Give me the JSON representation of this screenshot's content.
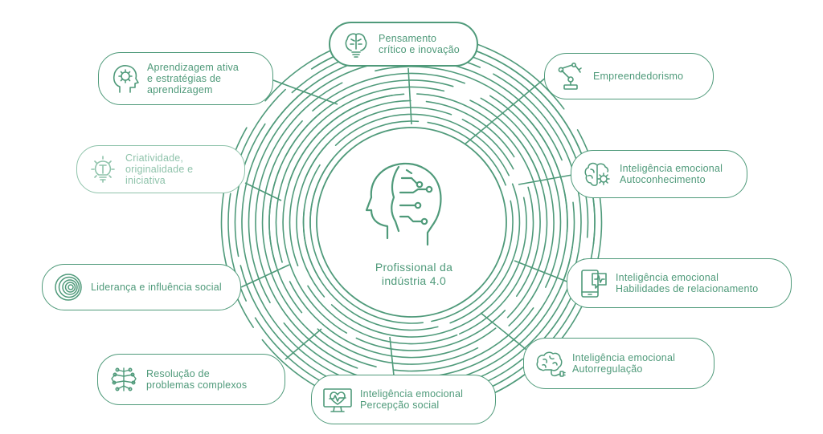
{
  "colors": {
    "primary": "#4f9a7a",
    "light": "#8fc3ab",
    "background": "#ffffff"
  },
  "center": {
    "lines": [
      "Profissional da",
      "indústria 4.0"
    ],
    "icon": "ai-head-circuit-icon"
  },
  "nodes": [
    {
      "id": "pensamento",
      "icon": "brain-lightbulb-icon",
      "lines": [
        "Pensamento",
        "crítico e inovação"
      ]
    },
    {
      "id": "aprendizagem",
      "icon": "head-gear-icon",
      "lines": [
        "Aprendizagem ativa",
        "e estratégias de",
        "aprendizagem"
      ]
    },
    {
      "id": "criatividade",
      "icon": "lightbulb-gear-icon",
      "lines": [
        "Criatividade,",
        "originalidade e",
        "iniciativa"
      ]
    },
    {
      "id": "lideranca",
      "icon": "spiral-icon",
      "lines": [
        "Liderança e influência social"
      ]
    },
    {
      "id": "resolucao",
      "icon": "neural-brain-icon",
      "lines": [
        "Resolução de",
        "problemas complexos"
      ]
    },
    {
      "id": "percepcao",
      "icon": "monitor-heart-icon",
      "lines": [
        "Inteligência emocional",
        "Percepção social"
      ]
    },
    {
      "id": "autorregulacao",
      "icon": "brain-plug-icon",
      "lines": [
        "Inteligência emocional",
        "Autorregulação"
      ]
    },
    {
      "id": "relacionamento",
      "icon": "phone-chat-icon",
      "lines": [
        "Inteligência emocional",
        "Habilidades de relacionamento"
      ]
    },
    {
      "id": "autoconhecimento",
      "icon": "brain-gear-icon",
      "lines": [
        "Inteligência emocional",
        "Autoconhecimento"
      ]
    },
    {
      "id": "empreendedorismo",
      "icon": "robot-arm-icon",
      "lines": [
        "Empreendedorismo"
      ]
    }
  ]
}
